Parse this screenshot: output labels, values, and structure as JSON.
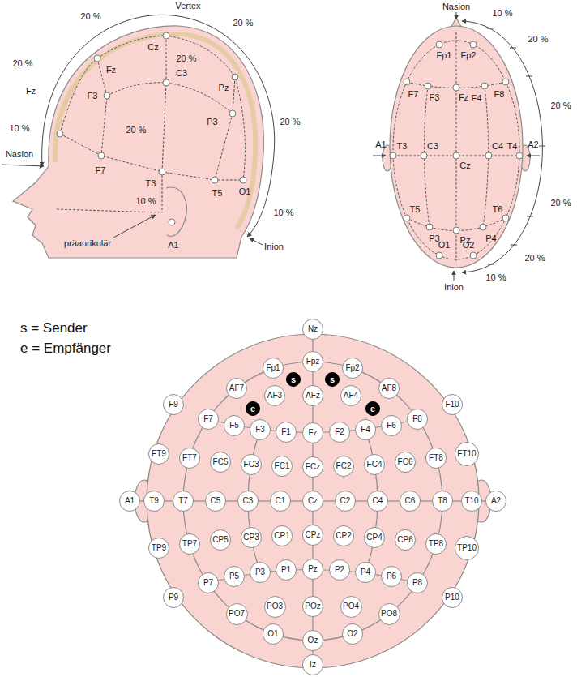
{
  "diagram": {
    "nodes": [
      {
        "text": [
          "Nz"
        ]
      },
      {
        "text": [
          "Fp1"
        ]
      },
      {
        "text": [
          "Fpz"
        ]
      },
      {
        "text": [
          "Fp2"
        ]
      },
      {
        "text": [
          "AF7"
        ]
      },
      {
        "text": [
          "AF3"
        ]
      },
      {
        "text": [
          "AFz"
        ]
      },
      {
        "text": [
          "AF4"
        ]
      },
      {
        "text": [
          "AF8"
        ]
      },
      {
        "text": [
          "F9"
        ]
      },
      {
        "text": [
          "F7"
        ]
      },
      {
        "text": [
          "F5"
        ]
      },
      {
        "text": [
          "F3"
        ]
      },
      {
        "text": [
          "F1"
        ]
      },
      {
        "text": [
          "Fz"
        ]
      },
      {
        "text": [
          "F2"
        ]
      },
      {
        "text": [
          "F4"
        ]
      },
      {
        "text": [
          "F6"
        ]
      },
      {
        "text": [
          "F8"
        ]
      },
      {
        "text": [
          "F10"
        ]
      },
      {
        "text": [
          "FT9"
        ]
      },
      {
        "text": [
          "FT7"
        ]
      },
      {
        "text": [
          "FC5"
        ]
      },
      {
        "text": [
          "FC3"
        ]
      },
      {
        "text": [
          "FC1"
        ]
      },
      {
        "text": [
          "FCz"
        ]
      },
      {
        "text": [
          "FC2"
        ]
      },
      {
        "text": [
          "FC4"
        ]
      },
      {
        "text": [
          "FC6"
        ]
      },
      {
        "text": [
          "FT8"
        ]
      },
      {
        "text": [
          "FT10"
        ]
      },
      {
        "text": [
          "A1"
        ]
      },
      {
        "text": [
          "T9"
        ]
      },
      {
        "text": [
          "T7"
        ]
      },
      {
        "text": [
          "C5"
        ]
      },
      {
        "text": [
          "C3"
        ]
      },
      {
        "text": [
          "C1"
        ]
      },
      {
        "text": [
          "Cz"
        ]
      },
      {
        "text": [
          "C2"
        ]
      },
      {
        "text": [
          "C4"
        ]
      },
      {
        "text": [
          "C6"
        ]
      },
      {
        "text": [
          "T8"
        ]
      },
      {
        "text": [
          "T10"
        ]
      },
      {
        "text": [
          "A2"
        ]
      },
      {
        "text": [
          "TP9"
        ]
      },
      {
        "text": [
          "TP7"
        ]
      },
      {
        "text": [
          "CP5"
        ]
      },
      {
        "text": [
          "CP3"
        ]
      },
      {
        "text": [
          "CP1"
        ]
      },
      {
        "text": [
          "CPz"
        ]
      },
      {
        "text": [
          "CP2"
        ]
      },
      {
        "text": [
          "CP4"
        ]
      },
      {
        "text": [
          "CP6"
        ]
      },
      {
        "text": [
          "TP8"
        ]
      },
      {
        "text": [
          "TP10"
        ]
      },
      {
        "text": [
          "P9"
        ]
      },
      {
        "text": [
          "P7"
        ]
      },
      {
        "text": [
          "P5"
        ]
      },
      {
        "text": [
          "P3"
        ]
      },
      {
        "text": [
          "P1"
        ]
      },
      {
        "text": [
          "Pz"
        ]
      },
      {
        "text": [
          "P2"
        ]
      },
      {
        "text": [
          "P4"
        ]
      },
      {
        "text": [
          "P6"
        ]
      },
      {
        "text": [
          "P8"
        ]
      },
      {
        "text": [
          "P10"
        ]
      },
      {
        "text": [
          "PO7"
        ]
      },
      {
        "text": [
          "PO3"
        ]
      },
      {
        "text": [
          "POz"
        ]
      },
      {
        "text": [
          "PO4"
        ]
      },
      {
        "text": [
          "PO8"
        ]
      },
      {
        "text": [
          "O1"
        ]
      },
      {
        "text": [
          "Oz"
        ]
      },
      {
        "text": [
          "O2"
        ]
      },
      {
        "text": [
          "Iz"
        ]
      },
      {
        "text": [
          "s"
        ]
      },
      {
        "text": [
          "e"
        ]
      },
      {
        "text": [
          "s"
        ]
      },
      {
        "text": [
          "e"
        ]
      }
    ],
    "edges": [
      {
        "from": 31,
        "to": 32,
        "arrow": "none"
      },
      {
        "from": 32,
        "to": 33,
        "arrow": "none"
      },
      {
        "from": 33,
        "to": 34,
        "arrow": "none"
      },
      {
        "from": 34,
        "to": 35,
        "arrow": "none"
      },
      {
        "from": 35,
        "to": 36,
        "arrow": "none"
      },
      {
        "from": 36,
        "to": 37,
        "arrow": "none"
      },
      {
        "from": 37,
        "to": 38,
        "arrow": "none"
      },
      {
        "from": 38,
        "to": 39,
        "arrow": "none"
      },
      {
        "from": 39,
        "to": 40,
        "arrow": "none"
      },
      {
        "from": 40,
        "to": 41,
        "arrow": "none"
      },
      {
        "from": 41,
        "to": 42,
        "arrow": "none"
      },
      {
        "from": 42,
        "to": 43,
        "arrow": "none"
      },
      {
        "from": 0,
        "to": 2,
        "arrow": "none"
      },
      {
        "from": 2,
        "to": 6,
        "arrow": "none"
      },
      {
        "from": 6,
        "to": 14,
        "arrow": "none"
      },
      {
        "from": 14,
        "to": 25,
        "arrow": "none"
      },
      {
        "from": 25,
        "to": 37,
        "arrow": "none"
      },
      {
        "from": 37,
        "to": 49,
        "arrow": "none"
      },
      {
        "from": 49,
        "to": 60,
        "arrow": "none"
      },
      {
        "from": 60,
        "to": 68,
        "arrow": "none"
      },
      {
        "from": 68,
        "to": 72,
        "arrow": "none"
      },
      {
        "from": 72,
        "to": 74,
        "arrow": "none"
      }
    ],
    "labels": [
      "Vertex",
      "20 %",
      "Fz",
      "Cz",
      "20 %",
      "20 %",
      "20 %",
      "F3",
      "C3",
      "Pz",
      "Fz",
      "10 %",
      "P3",
      "F7",
      "20 %",
      "Nasion",
      "T3",
      "T5",
      "O1",
      "10 %",
      "20 %",
      "10 %",
      "A1",
      "präaurikulär",
      "Inion",
      "Nasion",
      "10 %",
      "Fp1",
      "Fp2",
      "20 %",
      "F7",
      "F3",
      "Fz",
      "F4",
      "F8",
      "20 %",
      "A1",
      "T3",
      "C3",
      "Cz",
      "C4",
      "T4",
      "A2",
      "20 %",
      "T5",
      "P3",
      "Pz",
      "P4",
      "T6",
      "O1",
      "O2",
      "20 %",
      "10 %",
      "Inion",
      "s = Sender",
      "e = Empfänger"
    ]
  }
}
